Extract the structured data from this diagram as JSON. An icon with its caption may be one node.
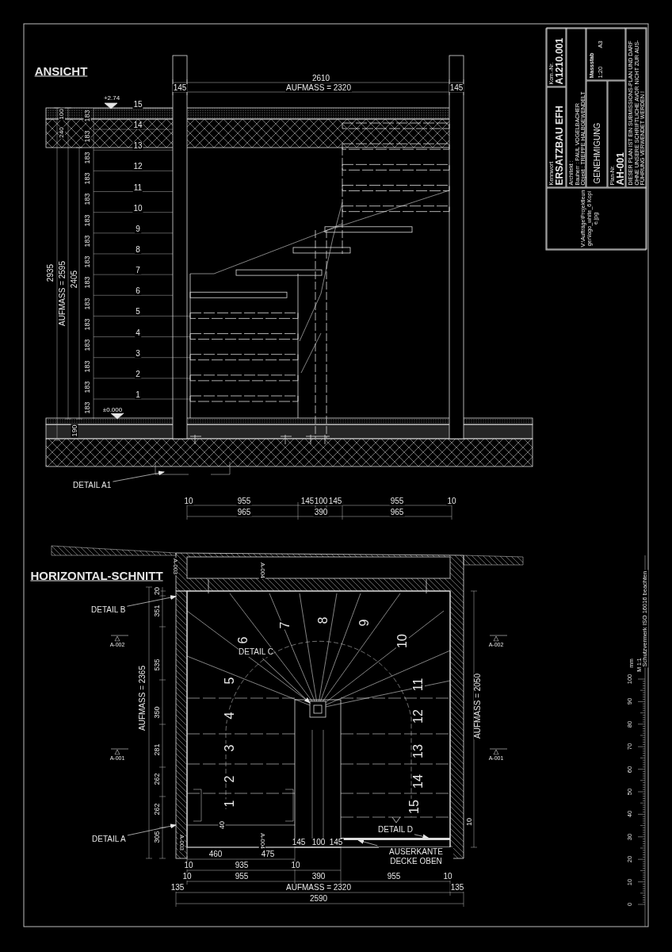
{
  "diagram": {
    "nodes": [
      {
        "text": [
          "DETAIL A1"
        ]
      },
      {
        "text": [
          "DETAIL B"
        ]
      },
      {
        "text": [
          "DETAIL C"
        ]
      },
      {
        "text": [
          "DETAIL A"
        ]
      },
      {
        "text": [
          "DETAIL D"
        ]
      },
      {
        "text": [
          "AUSERKANTE DECKE OBEN"
        ]
      },
      {
        "text": [],
        "shape": "box"
      },
      {
        "text": [
          "V:\\Aufträge\\Projektleunger\\logo_white_6 Kopie.jpg"
        ],
        "in": 6
      },
      {
        "text": [
          "Kennwort",
          "ERSATZBAU EFH"
        ],
        "in": 6
      },
      {
        "text": [
          "Kom.-Nr.",
          "A1210.001"
        ],
        "in": 6
      },
      {
        "text": [
          "Architekt :",
          "Bauherr : PAUL VOGELBACHER",
          "Objekt : TREPPE HALBGEWENDELT"
        ],
        "in": 6
      },
      {
        "text": [
          "GENEHMIGUNG"
        ],
        "in": 6
      },
      {
        "text": [
          "Massstab",
          "1:20",
          "A3"
        ],
        "in": 6
      },
      {
        "text": [
          "Plan-Nr.",
          "AH-001"
        ],
        "in": 6
      },
      {
        "text": [
          "DIESER PLAN IST EIN SUBMISSIONS-PLAN UND DARF OHNE UNSERE SCHRIFTLICHE AVOR NICHT ZUR AUS-FÜHRUNG VERWENDET WERDEN !"
        ],
        "in": 6
      },
      {
        "text": [],
        "shape": "box"
      },
      {
        "text": [],
        "shape": "box"
      },
      {
        "text": [],
        "shape": "bar"
      }
    ],
    "edges": [
      {
        "from": 0,
        "to": null,
        "arrow": "to"
      },
      {
        "from": 1,
        "to": 15,
        "arrow": "to"
      },
      {
        "from": 2,
        "to": 16,
        "arrow": "to"
      },
      {
        "from": 3,
        "to": 15,
        "arrow": "to"
      },
      {
        "from": 4,
        "to": 17,
        "arrow": "to"
      },
      {
        "from": 5,
        "to": 17,
        "arrow": "to"
      }
    ],
    "labels": [
      "ANSICHT",
      "2610",
      "145",
      "AUFMASS = 2320",
      "145",
      "+2.74",
      "100",
      "240",
      "2935",
      "AUFMASS = 2595",
      "2405",
      "15",
      "14",
      "13",
      "12",
      "11",
      "10",
      "9",
      "8",
      "7",
      "6",
      "5",
      "4",
      "3",
      "2",
      "1",
      "183",
      "183",
      "183",
      "183",
      "183",
      "183",
      "183",
      "183",
      "183",
      "183",
      "183",
      "183",
      "183",
      "183",
      "183",
      "±0.000",
      "190",
      "10",
      "955",
      "145",
      "100",
      "145",
      "955",
      "10",
      "965",
      "390",
      "965",
      "HORIZONTAL-SCHNITT",
      "A-003",
      "A-004",
      "20",
      "351",
      "535",
      "350",
      "281",
      "262",
      "262",
      "305",
      "AUFMASS = 2365",
      "A-002",
      "A-001",
      "A-002",
      "A-001",
      "1",
      "2",
      "3",
      "4",
      "5",
      "6",
      "7",
      "8",
      "9",
      "10",
      "11",
      "12",
      "13",
      "14",
      "15",
      "AUFMASS = 2050",
      "10",
      "40",
      "A-003",
      "A-004",
      "460",
      "475",
      "145",
      "100",
      "145",
      "10",
      "935",
      "10",
      "10",
      "955",
      "390",
      "955",
      "10",
      "135",
      "AUFMASS = 2320",
      "135",
      "2590",
      "Schutzvermerk ISO 16016 beachten",
      "100",
      "90",
      "80",
      "70",
      "60",
      "50",
      "40",
      "30",
      "20",
      "10",
      "0",
      "mm",
      "M 1:1"
    ]
  }
}
